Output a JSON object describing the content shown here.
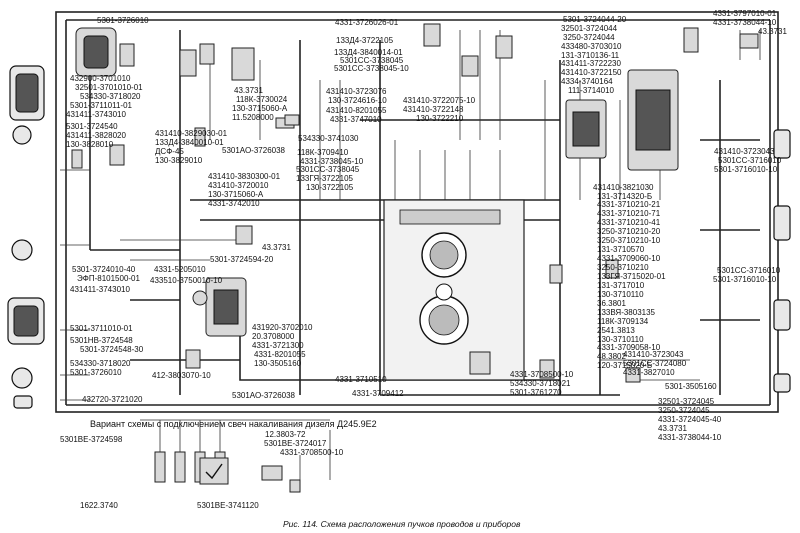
{
  "labels": {
    "l01": "5301-3726010",
    "l02": "432900-3701010",
    "l03": "32501-3701010-01",
    "l04": "534330-3718020",
    "l05": "5301-3711011-01",
    "l06": "431411-3743010",
    "l07": "5301-3724540",
    "l08": "431411-3828020",
    "l09": "130-3828010",
    "l10": "43.3731",
    "l11": "118К-3730024",
    "l12": "130-3715060-А",
    "l13": "11.5208000",
    "l14": "431410-3829030-01",
    "l15": "133Д4-3840010-01",
    "l16": "ДСФ-45",
    "l17": "130-3829010",
    "l18": "4331-3726026-01",
    "l19": "133Д4-3722105",
    "l20": "133Д4-3840014-01",
    "l21": "5301СС-3738045",
    "l22": "5301СС-3738045-10",
    "l23": "431410-3723076",
    "l24": "130-3724616-10",
    "l25": "431410-8201055",
    "l26": "4331-3747010",
    "l27": "534330-3741030",
    "l28": "5301АО-3726038",
    "l29": "5301-3724044-20",
    "l30": "32501-3724044",
    "l31": "3250-3724044",
    "l32": "433480-3703010",
    "l33": "131-3710136-11",
    "l34": "431411-3722230",
    "l35": "431410-3722150",
    "l36": "4334-3740164",
    "l37": "111-3714010",
    "l38": "431410-3722075-10",
    "l39": "431410-3722148",
    "l40": "130-3722210",
    "l41": "4331-3797010-01",
    "l42": "4331-3738044-10",
    "l43": "43.3731",
    "l44": "118К-3709410",
    "l45": "4331-3738045-10",
    "l46": "5301СС-3738045",
    "l47": "133ГЯ-3722105",
    "l48": "130-3722105",
    "l49": "431410-3830300-01",
    "l50": "431410-3720010",
    "l51": "130-3715060-А",
    "l52": "4331-3742010",
    "l53": "43.3731",
    "l54": "431410-3723043",
    "l55": "5301СС-3716010",
    "l56": "5301-3716010-10",
    "l57": "431410-3821030",
    "l58": "131-3714320-Б",
    "l59": "4331-3710210-21",
    "l60": "4331-3710210-71",
    "l61": "4331-3710210-41",
    "l62": "3250-3710210-20",
    "l63": "3250-3710210-10",
    "l64": "131-3710570",
    "l65": "4331-3709060-10",
    "l66": "3250-3710210",
    "l67": "133ГЯ-3715020-01",
    "l68": "131-3717010",
    "l69": "130-3710110",
    "l70": "36.3801",
    "l71": "133ВЯ-3803135",
    "l72": "118К-3709134",
    "l73": "2541.3813",
    "l74": "130-3710110",
    "l75": "4331-3709058-10",
    "l76": "48.3802",
    "l77": "120-3715020-Б",
    "l78": "5301-3724010-40",
    "l79": "ЭФП-8101500-01",
    "l80": "431411-3743010",
    "l81": "5301-3724594-20",
    "l82": "4331-5205010",
    "l83": "433510-3750010-10",
    "l84": "5301СС-3716010",
    "l85": "5301-3716010-10",
    "l86": "5301-3711010-01",
    "l87": "5301НВ-3724548",
    "l88": "5301-3724548-30",
    "l89": "534330-3718020",
    "l90": "5301-3726010",
    "l91": "431920-3702010",
    "l92": "20.3708000",
    "l93": "4331-3721300",
    "l94": "4331-8201055",
    "l95": "130-3505160",
    "l96": "412-3803070-10",
    "l97": "4331-3710510",
    "l98": "4331-3709412",
    "l99": "5301АО-3726038",
    "l100": "4331-3708500-10",
    "l101": "534330-3718021",
    "l102": "5301-3761270",
    "l103": "431410-3723043",
    "l104": "5301СС-3724080",
    "l105": "4331-3827010",
    "l106": "432720-3721020",
    "l107": "5301-3505160",
    "l108": "32501-3724045",
    "l109": "3250-3724045",
    "l110": "4331-3724045-40",
    "l111": "43.3731",
    "l112": "4331-3738044-10",
    "l113": "5301ВЕ-3724598",
    "l114": "12.3803-72",
    "l115": "5301ВЕ-3724017",
    "l116": "4331-3708500-10",
    "l117": "1622.3740",
    "l118": "5301ВЕ-3741120"
  },
  "variant_title": "Вариант схемы   с подключением свеч накаливания дизеля Д245.9Е2",
  "caption": "Рис. 114. Схема расположения пучков проводов и приборов",
  "icons": {
    "headlight": "headlight-icon",
    "gauge": "gauge-icon",
    "relay": "relay-icon",
    "glow_plug": "glow-plug-icon",
    "starter": "starter-icon"
  }
}
